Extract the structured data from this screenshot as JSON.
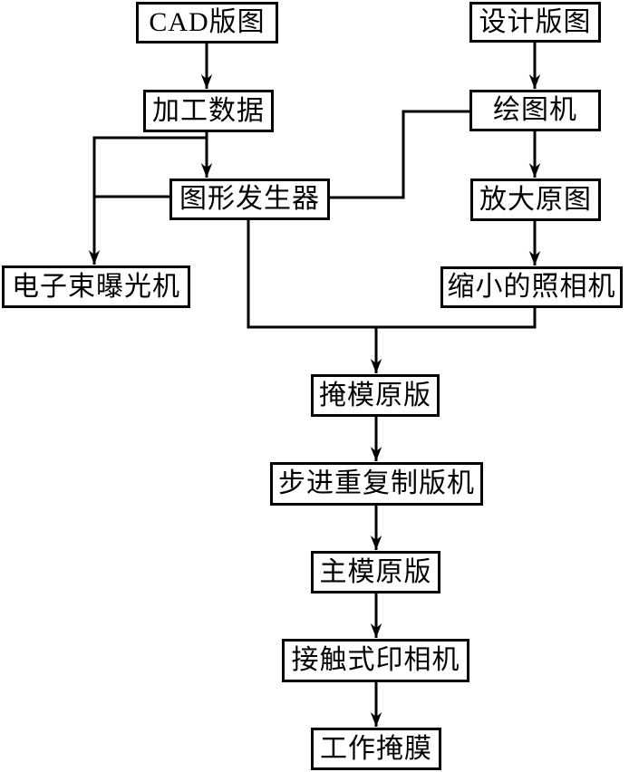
{
  "diagram": {
    "nodes": {
      "cad_layout": {
        "label": "CAD版图"
      },
      "process_data": {
        "label": "加工数据"
      },
      "design_layout": {
        "label": "设计版图"
      },
      "plotter": {
        "label": "绘图机"
      },
      "pattern_generator": {
        "label": "图形发生器"
      },
      "enlarged_original": {
        "label": "放大原图"
      },
      "ebeam_exposure": {
        "label": "电子束曝光机"
      },
      "reduction_camera": {
        "label": "缩小的照相机"
      },
      "mask_master": {
        "label": "掩模原版"
      },
      "step_repeat": {
        "label": "步进重复制版机"
      },
      "master_mask": {
        "label": "主模原版"
      },
      "contact_printer": {
        "label": "接触式印相机"
      },
      "working_mask": {
        "label": "工作掩膜"
      }
    },
    "edges": [
      {
        "from": "cad_layout",
        "to": "process_data",
        "arrow": true
      },
      {
        "from": "process_data",
        "to": "pattern_generator",
        "arrow": true
      },
      {
        "from": "process_data",
        "to": "ebeam_exposure",
        "arrow": true
      },
      {
        "from": "pattern_generator",
        "to": "ebeam_exposure",
        "arrow": false
      },
      {
        "from": "design_layout",
        "to": "plotter",
        "arrow": true
      },
      {
        "from": "plotter",
        "to": "pattern_generator",
        "arrow": false
      },
      {
        "from": "plotter",
        "to": "enlarged_original",
        "arrow": true
      },
      {
        "from": "enlarged_original",
        "to": "reduction_camera",
        "arrow": true
      },
      {
        "from": "pattern_generator",
        "to": "mask_master",
        "arrow": true
      },
      {
        "from": "reduction_camera",
        "to": "mask_master",
        "arrow": true
      },
      {
        "from": "mask_master",
        "to": "step_repeat",
        "arrow": true
      },
      {
        "from": "step_repeat",
        "to": "master_mask",
        "arrow": true
      },
      {
        "from": "master_mask",
        "to": "contact_printer",
        "arrow": true
      },
      {
        "from": "contact_printer",
        "to": "working_mask",
        "arrow": true
      }
    ],
    "colors": {
      "line": "#000000",
      "background": "#ffffff",
      "box_background": "#ffffff"
    }
  }
}
